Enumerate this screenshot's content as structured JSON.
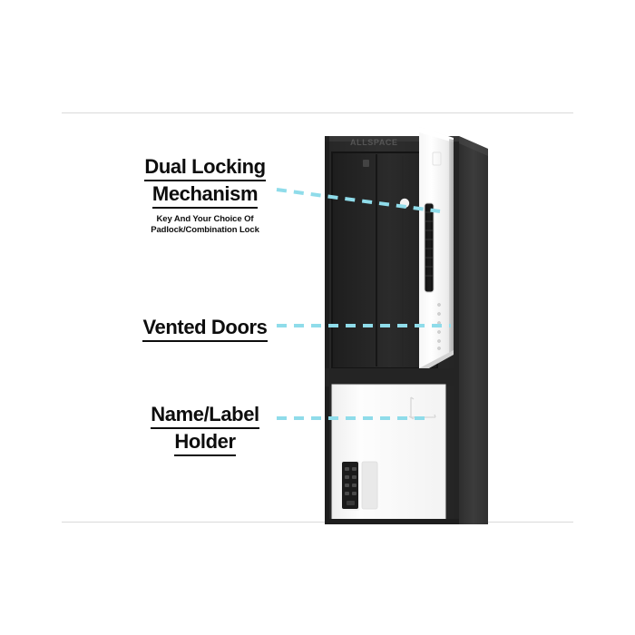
{
  "page": {
    "title": "Dual Locking Mechanism Locker Feature Callout",
    "background_color": "#ffffff",
    "rule_color": "#d9d9d9",
    "text_color": "#0d0d0d",
    "leader_color": "#8fdcea"
  },
  "callouts": [
    {
      "id": "dual-locking",
      "title_line_1": "Dual Locking",
      "title_line_2": "Mechanism",
      "subtitle_line_1": "Key And Your Choice Of",
      "subtitle_line_2": "Padlock/Combination Lock",
      "underlined": true
    },
    {
      "id": "vented-doors",
      "title_line_1": "Vented Doors",
      "title_line_2": "",
      "subtitle_line_1": "",
      "subtitle_line_2": "",
      "underlined": true
    },
    {
      "id": "name-label-holder",
      "title_line_1": "Name/Label",
      "title_line_2": "Holder",
      "subtitle_line_1": "",
      "subtitle_line_2": "",
      "underlined": true
    }
  ],
  "product": {
    "name": "Two-tier metal storage locker",
    "body_color": "#2b2b2b",
    "side_color": "#3a3a3a",
    "door_color": "#fbfbfb",
    "interior_color": "#262626",
    "brand_mark": "logo-wordmark",
    "features": {
      "open_door": "upper white vented door shown swung open",
      "vent_slot": "vertical louvered vent slot",
      "vent_holes_count": 6,
      "keypad": {
        "type": "combination-keypad",
        "columns": 2,
        "rows": 4,
        "button_count": 8
      },
      "label_holder": "clear name/label card holder on lower door",
      "lock_knob": "circular lock knob inside upper compartment"
    }
  }
}
